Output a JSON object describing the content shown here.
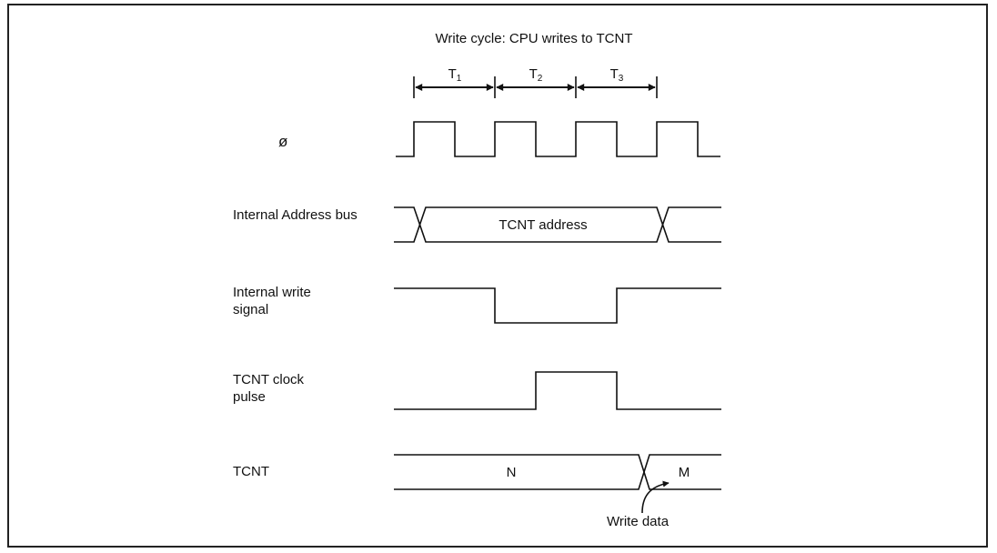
{
  "title": "Write cycle: CPU writes to TCNT",
  "states": [
    {
      "base": "T",
      "sub": "1"
    },
    {
      "base": "T",
      "sub": "2"
    },
    {
      "base": "T",
      "sub": "3"
    }
  ],
  "signals": {
    "phi": {
      "label": "ø"
    },
    "address": {
      "label": "Internal Address bus",
      "value": "TCNT address"
    },
    "write": {
      "label": "Internal write signal"
    },
    "clock": {
      "label": "TCNT clock pulse"
    },
    "tcnt": {
      "label": "TCNT",
      "value_before": "N",
      "value_after": "M"
    }
  },
  "annotation": "Write data"
}
